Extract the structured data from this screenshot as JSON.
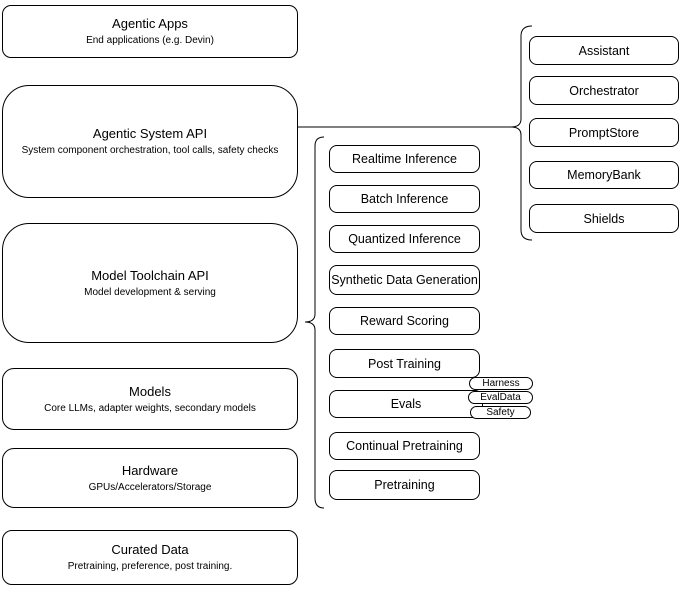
{
  "diagram": {
    "left_column": [
      {
        "title": "Agentic Apps",
        "subtitle": "End applications (e.g. Devin)"
      },
      {
        "title": "Agentic System API",
        "subtitle": "System component orchestration, tool calls, safety checks"
      },
      {
        "title": "Model Toolchain API",
        "subtitle": "Model development & serving"
      },
      {
        "title": "Models",
        "subtitle": "Core LLMs, adapter weights, secondary models"
      },
      {
        "title": "Hardware",
        "subtitle": "GPUs/Accelerators/Storage"
      },
      {
        "title": "Curated Data",
        "subtitle": "Pretraining, preference, post training."
      }
    ],
    "toolchain_services": [
      "Realtime Inference",
      "Batch Inference",
      "Quantized Inference",
      "Synthetic Data Generation",
      "Reward Scoring",
      "Post Training",
      "Evals",
      "Continual Pretraining",
      "Pretraining"
    ],
    "eval_components": [
      "Harness",
      "EvalData",
      "Safety"
    ],
    "agentic_components": [
      "Assistant",
      "Orchestrator",
      "PromptStore",
      "MemoryBank",
      "Shields"
    ],
    "colors": {
      "stroke": "#000000",
      "background": "#ffffff",
      "text": "#000000"
    }
  }
}
